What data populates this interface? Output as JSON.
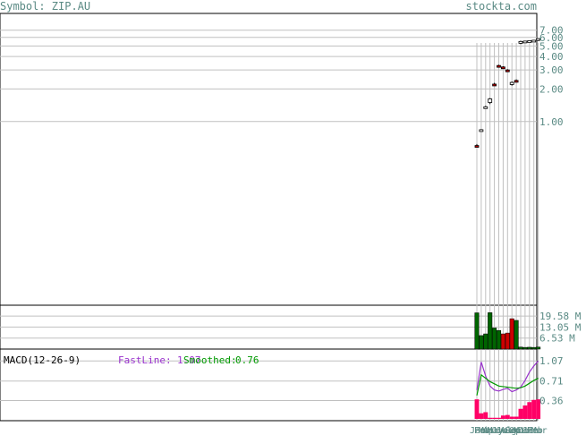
{
  "header": {
    "symbol_text": "Symbol: ZIP.AU",
    "site_text": "stockta.com",
    "text_color": "#5a8a84"
  },
  "colors": {
    "grid": "#c0c0c0",
    "up_candle": "#ffffff",
    "down_candle": "#c00000",
    "volume_up": "#006400",
    "volume_down": "#cc0000",
    "fastline": "#9933cc",
    "smoothed": "#009900",
    "histogram": "#ff0066",
    "axis_label": "#5a8a84"
  },
  "chart_data": [
    {
      "type": "candlestick",
      "scale": "log",
      "y_ticks": [
        "7.00",
        "6.00",
        "5.00",
        "4.00",
        "3.00",
        "2.00",
        "1.00"
      ],
      "y_tick_values": [
        7,
        6,
        5,
        4,
        3,
        2,
        1
      ],
      "ylim": [
        0.02,
        10
      ],
      "x_labels": [
        "Jan",
        "Feb",
        "Mar",
        "Apr",
        "May",
        "Jun",
        "Jul",
        "Aug",
        "Sep",
        "Oct",
        "Nov",
        "Dec",
        "Jan",
        "Feb",
        "Mar"
      ],
      "candles": [
        {
          "open": 0.6,
          "high": 0.62,
          "low": 0.58,
          "close": 0.59
        },
        {
          "open": 0.84,
          "high": 0.85,
          "low": 0.83,
          "close": 0.84
        },
        {
          "open": 1.37,
          "high": 1.4,
          "low": 1.34,
          "close": 1.37
        },
        {
          "open": 1.5,
          "high": 1.65,
          "low": 1.45,
          "close": 1.62
        },
        {
          "open": 2.22,
          "high": 2.28,
          "low": 2.15,
          "close": 2.18
        },
        {
          "open": 3.3,
          "high": 3.35,
          "low": 3.25,
          "close": 3.28
        },
        {
          "open": 3.2,
          "high": 3.25,
          "low": 3.1,
          "close": 3.15
        },
        {
          "open": 3.0,
          "high": 3.05,
          "low": 2.9,
          "close": 2.95
        },
        {
          "open": 2.2,
          "high": 2.35,
          "low": 2.15,
          "close": 2.3
        },
        {
          "open": 2.4,
          "high": 2.45,
          "low": 2.3,
          "close": 2.35
        },
        {
          "open": 5.4,
          "high": 5.6,
          "low": 5.2,
          "close": 5.5
        },
        {
          "open": 5.5,
          "high": 5.6,
          "low": 5.4,
          "close": 5.55
        },
        {
          "open": 5.5,
          "high": 5.65,
          "low": 5.45,
          "close": 5.6
        },
        {
          "open": 5.6,
          "high": 5.7,
          "low": 5.5,
          "close": 5.65
        },
        {
          "open": 5.65,
          "high": 5.9,
          "low": 5.55,
          "close": 5.85
        }
      ]
    },
    {
      "type": "bar",
      "y_ticks": [
        "19.58 M",
        "13.05 M",
        "6.53 M"
      ],
      "y_tick_values": [
        19.58,
        13.05,
        6.53
      ],
      "ylim": [
        0,
        26
      ],
      "values": [
        21.5,
        8.0,
        9.0,
        21.6,
        12.5,
        11.0,
        9.0,
        9.5,
        18.0,
        17.0,
        1.2,
        1.0,
        1.1,
        1.0,
        1.2
      ],
      "up": [
        true,
        true,
        true,
        true,
        true,
        true,
        false,
        false,
        false,
        true,
        true,
        true,
        true,
        true,
        true
      ]
    },
    {
      "type": "line",
      "title": "MACD(12-26-9)",
      "fastline_label": "FastLine:",
      "fastline_value": "1.07",
      "smoothed_label": "Smoothed:",
      "smoothed_value": "0.76",
      "y_ticks": [
        "1.07",
        "0.71",
        "0.36"
      ],
      "y_tick_values": [
        1.07,
        0.71,
        0.36
      ],
      "ylim": [
        0.0,
        1.25
      ],
      "series": [
        {
          "name": "FastLine",
          "values": [
            0.55,
            1.05,
            0.8,
            0.62,
            0.55,
            0.53,
            0.56,
            0.58,
            0.52,
            0.55,
            0.6,
            0.72,
            0.87,
            0.98,
            1.07
          ]
        },
        {
          "name": "Smoothed",
          "values": [
            0.45,
            0.82,
            0.76,
            0.7,
            0.66,
            0.62,
            0.61,
            0.6,
            0.59,
            0.58,
            0.59,
            0.62,
            0.67,
            0.72,
            0.76
          ]
        }
      ],
      "histogram": [
        0.35,
        0.1,
        0.12,
        0.02,
        0.02,
        0.02,
        0.06,
        0.07,
        0.04,
        0.04,
        0.18,
        0.24,
        0.3,
        0.34,
        0.35
      ],
      "histogram_dir": [
        1,
        1,
        -1,
        -1,
        -1,
        -1,
        -1,
        0,
        0,
        0,
        1,
        1,
        1,
        1,
        1
      ]
    }
  ]
}
